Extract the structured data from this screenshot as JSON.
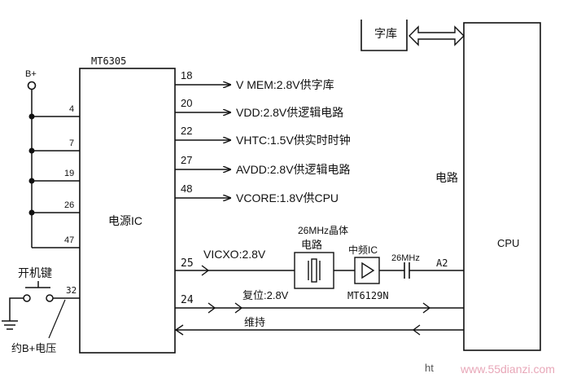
{
  "blocks": {
    "ic_name": "MT6305",
    "ic_label": "电源IC",
    "cpu_side_label": "电路",
    "cpu_label": "CPU",
    "font_lib": "字库",
    "b_plus": "B+"
  },
  "left_pins": [
    "4",
    "7",
    "19",
    "26",
    "47"
  ],
  "power_key": {
    "label": "开机键",
    "pin": "32",
    "note": "约B+电压"
  },
  "outputs": [
    {
      "pin": "18",
      "label": "V MEM:2.8V供字库"
    },
    {
      "pin": "20",
      "label": "VDD:2.8V供逻辑电路"
    },
    {
      "pin": "22",
      "label": "VHTC:1.5V供实时时钟"
    },
    {
      "pin": "27",
      "label": "AVDD:2.8V供逻辑电路"
    },
    {
      "pin": "48",
      "label": "VCORE:1.8V供CPU"
    }
  ],
  "clock": {
    "pin": "25",
    "label": "VICXO:2.8V",
    "crystal_title": "26MHz晶体",
    "crystal_sub": "电路",
    "if_title": "中频IC",
    "if_part": "MT6129N",
    "freq": "26MHz",
    "net": "A2"
  },
  "reset": {
    "pin": "24",
    "label": "复位:2.8V"
  },
  "hold": {
    "label": "维持"
  },
  "watermark": {
    "left": "ht",
    "right": "www.55dianzi.com"
  }
}
